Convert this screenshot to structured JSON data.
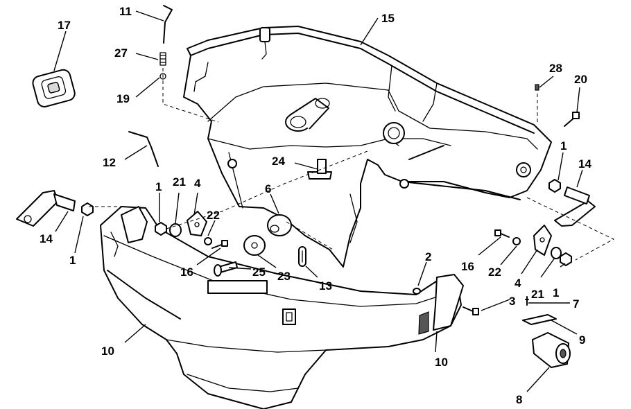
{
  "callouts": {
    "c1": "1",
    "c2": "2",
    "c3": "3",
    "c4": "4",
    "c6": "6",
    "c7": "7",
    "c8": "8",
    "c9": "9",
    "c10": "10",
    "c11": "11",
    "c12": "12",
    "c13": "13",
    "c14": "14",
    "c15": "15",
    "c16": "16",
    "c17": "17",
    "c19": "19",
    "c20": "20",
    "c21": "21",
    "c22": "22",
    "c23": "23",
    "c24": "24",
    "c25": "25",
    "c27": "27",
    "c28": "28"
  }
}
